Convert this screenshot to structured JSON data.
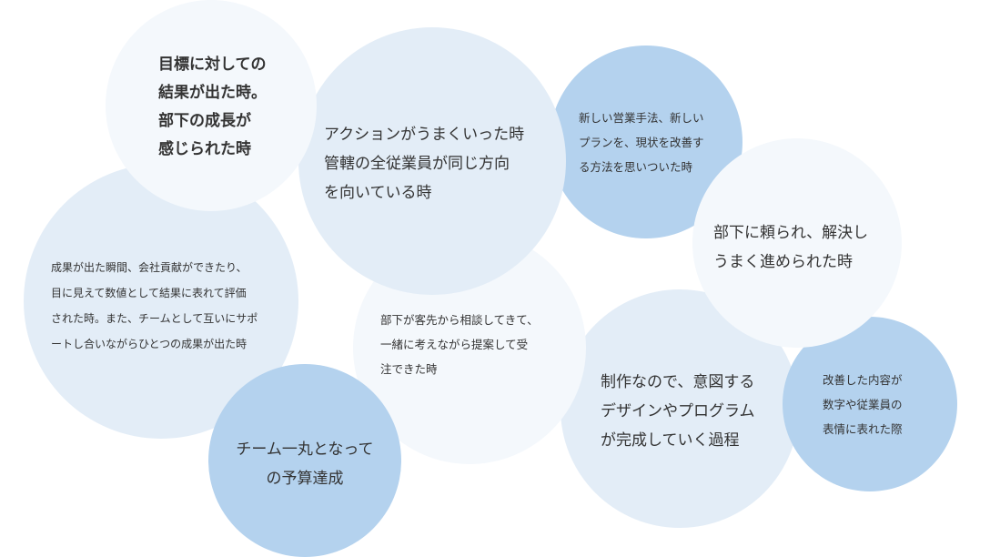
{
  "bubbles": [
    {
      "id": "b1",
      "text": "目標に対しての\n結果が出た時。\n部下の成長が\n感じられた時"
    },
    {
      "id": "b2",
      "text": "アクションがうまくいった時\n管轄の全従業員が同じ方向\nを向いている時"
    },
    {
      "id": "b3",
      "text": "新しい営業手法、新しい\nプランを、現状を改善す\nる方法を思いついた時"
    },
    {
      "id": "b4",
      "text": "部下に頼られ、解決し\nうまく進められた時"
    },
    {
      "id": "b5",
      "text": "成果が出た瞬間、会社貢献ができたり、\n目に見えて数値として結果に表れて評価\nされた時。また、チームとして互いにサポ\nートし合いながらひとつの成果が出た時"
    },
    {
      "id": "b6",
      "text": "部下が客先から相談してきて、\n一緒に考えながら提案して受\n注できた時"
    },
    {
      "id": "b7",
      "text": "制作なので、意図する\nデザインやプログラム\nが完成していく過程"
    },
    {
      "id": "b8",
      "text": "改善した内容が\n数字や従業員の\n表情に表れた際"
    },
    {
      "id": "b9",
      "text": "チーム一丸となって\nの予算達成"
    }
  ],
  "colors": {
    "lightest": "#f4f8fc",
    "light": "#e3edf7",
    "mid": "#b4d2ee",
    "text": "#333333"
  }
}
